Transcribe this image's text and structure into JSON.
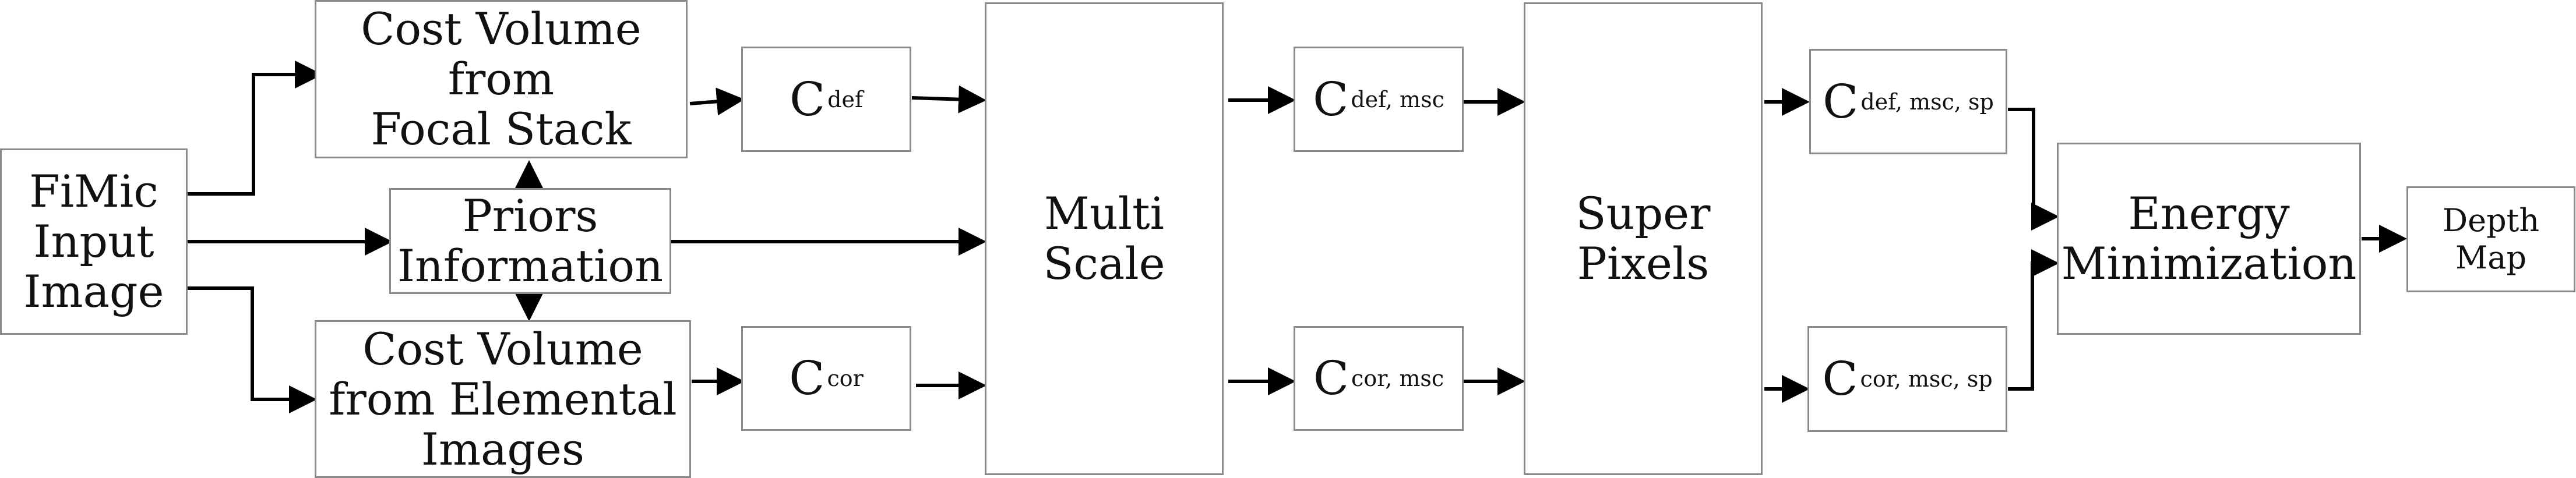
{
  "nodes": {
    "input": {
      "label": "FiMic\nInput\nImage"
    },
    "cv_focal": {
      "label": "Cost Volume\nfrom\nFocal Stack"
    },
    "priors": {
      "label": "Priors\nInformation"
    },
    "cv_elemental": {
      "label": "Cost Volume\nfrom Elemental\nImages"
    },
    "c_def": {
      "main": "C",
      "sub": "def"
    },
    "c_cor": {
      "main": "C",
      "sub": "cor"
    },
    "multiscale": {
      "label": "Multi\nScale"
    },
    "c_def_msc": {
      "main": "C",
      "sub": "def, msc"
    },
    "c_cor_msc": {
      "main": "C",
      "sub": "cor, msc"
    },
    "superpixels": {
      "label": "Super\nPixels"
    },
    "c_def_msc_sp": {
      "main": "C",
      "sub": "def, msc, sp"
    },
    "c_cor_msc_sp": {
      "main": "C",
      "sub": "cor, msc, sp"
    },
    "energy": {
      "label": "Energy\nMinimization"
    },
    "depth": {
      "label": "Depth\nMap"
    }
  },
  "style": {
    "box_border": "#8a8a8a",
    "arrow": "#000000",
    "background": "#ffffff"
  }
}
